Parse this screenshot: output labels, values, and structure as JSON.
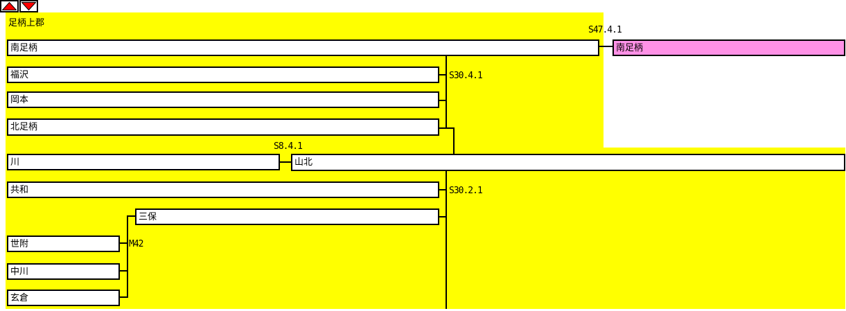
{
  "header": {
    "district_label": "足柄上郡"
  },
  "controls": {
    "up_button_icon": "up-triangle",
    "down_button_icon": "down-triangle"
  },
  "colors": {
    "canvas_background": "#FFFF00",
    "node_fill": "#FFFFFF",
    "highlight_fill": "#FF91E6",
    "connector_line": "#000000",
    "arrow": "#FF0000"
  },
  "nodes": {
    "minamiashigara_town": "南足柄",
    "minamiashigara_city": "南足柄",
    "fukuzawa": "福沢",
    "okamoto": "岡本",
    "kitaashigara": "北足柄",
    "kawa": "川",
    "yamakita": "山北",
    "kyowa": "共和",
    "miho": "三保",
    "yozuku": "世附",
    "nakagawa": "中川",
    "kurokura": "玄倉"
  },
  "dates": {
    "s47_4_1": "S47.4.1",
    "s30_4_1": "S30.4.1",
    "s8_4_1": "S8.4.1",
    "s30_2_1": "S30.2.1",
    "m42": "M42"
  }
}
